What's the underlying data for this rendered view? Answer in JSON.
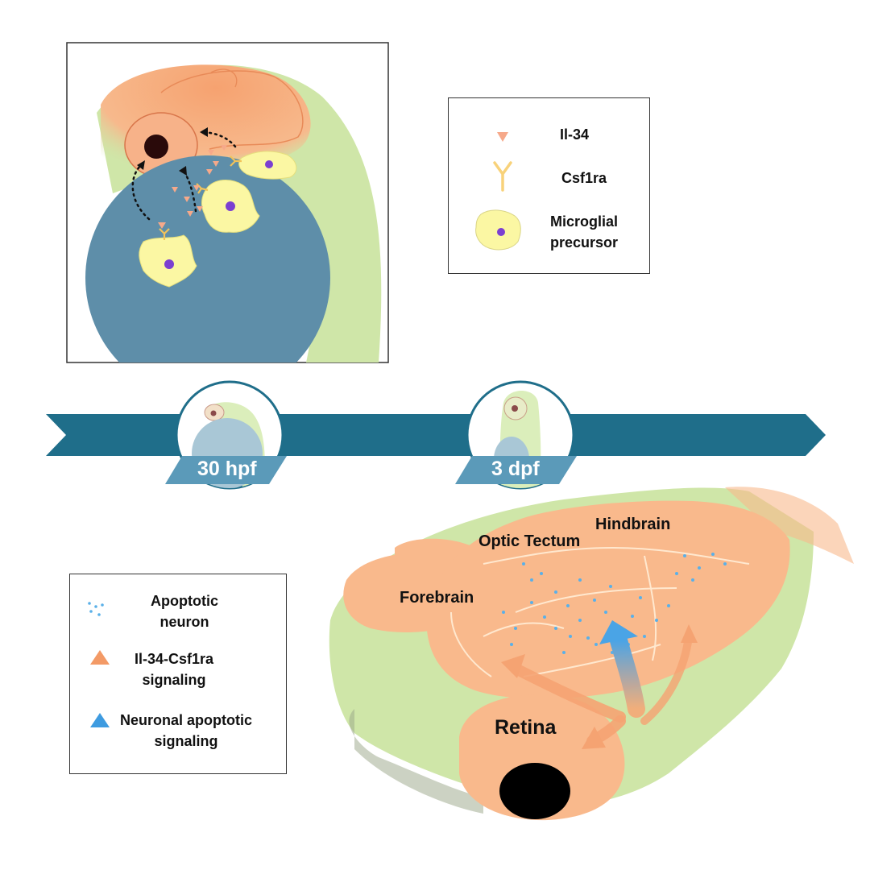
{
  "legend_top": {
    "items": [
      {
        "label": "Il-34",
        "icon": "triangle-icon"
      },
      {
        "label": "Csf1ra",
        "icon": "receptor-y-icon"
      },
      {
        "label": "Microglial precursor",
        "line1": "Microglial",
        "line2": "precursor",
        "icon": "cell-icon"
      }
    ]
  },
  "timeline": {
    "stages": [
      {
        "label": "30 hpf"
      },
      {
        "label": "3 dpf"
      }
    ]
  },
  "brain": {
    "labels": {
      "hindbrain": "Hindbrain",
      "optic_tectum": "Optic Tectum",
      "forebrain": "Forebrain",
      "retina": "Retina"
    }
  },
  "legend_bottom": {
    "items": [
      {
        "line1": "Apoptotic",
        "line2": "neuron",
        "icon": "dots-icon"
      },
      {
        "line1": "Il-34-Csf1ra",
        "line2": "signaling",
        "icon": "orange-arrow-icon"
      },
      {
        "line1": "Neuronal apoptotic",
        "line2": "signaling",
        "icon": "blue-arrow-icon"
      }
    ]
  },
  "colors": {
    "brain_orange": "#f9b98c",
    "dark_orange": "#f4a06f",
    "body_green": "#cfe6a8",
    "yolk_blue": "#5e8ea9",
    "timeline_teal": "#1f6e8a",
    "cell_yellow": "#fbf7a3",
    "nucleus_purple": "#7b3fd1",
    "apoptotic_blue": "#5ab0e8"
  }
}
